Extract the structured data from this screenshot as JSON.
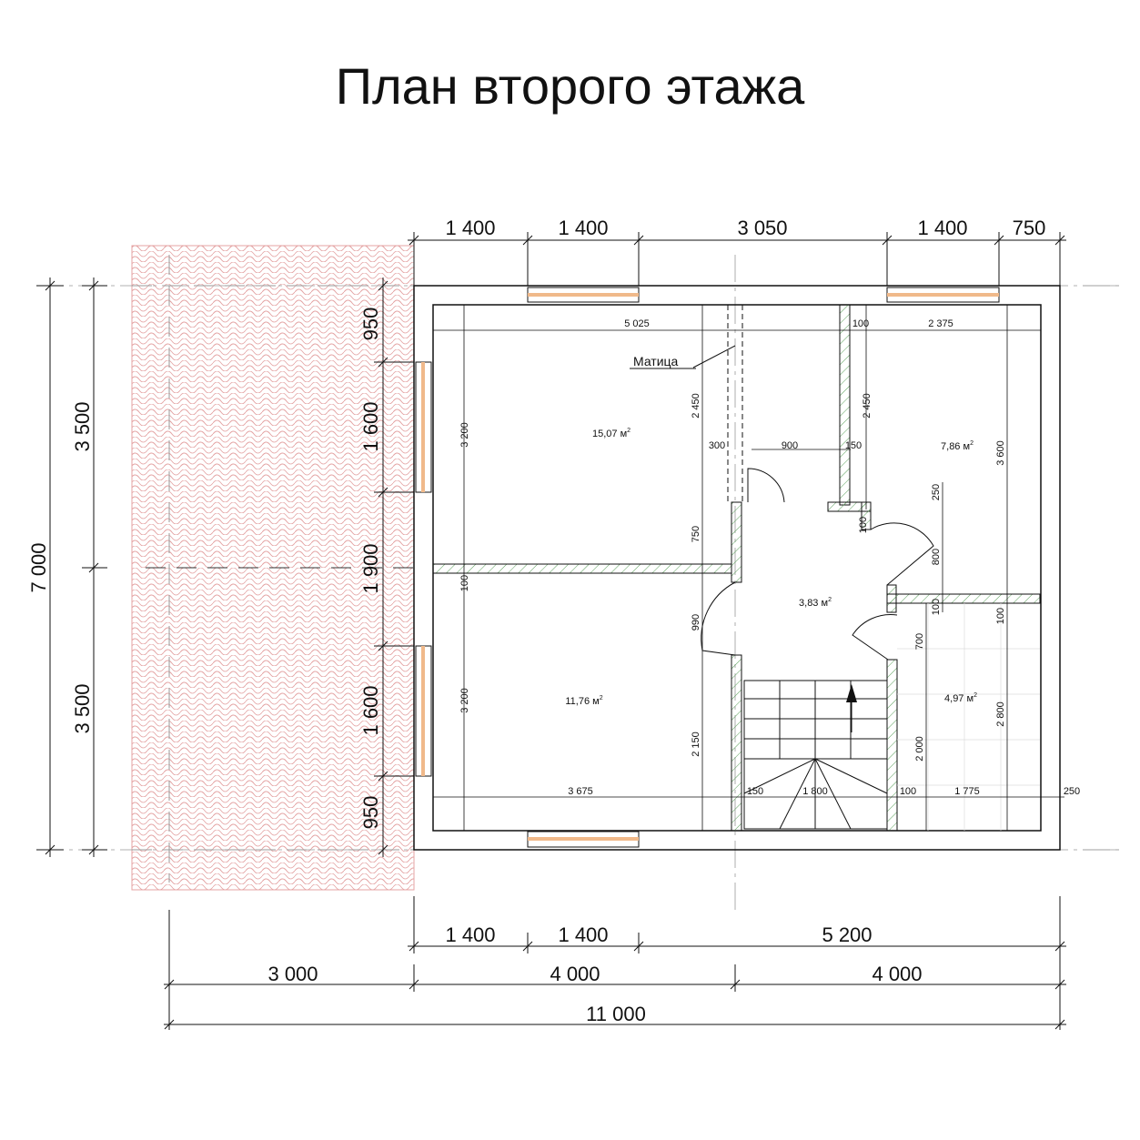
{
  "title": "План второго этажа",
  "colors": {
    "line": "#111111",
    "window": "#f0b98a",
    "paving": "#e4a3a3",
    "hatch": "#5aa05a"
  },
  "dimensions": {
    "top": [
      "1 400",
      "1 400",
      "3 050",
      "1 400",
      "750"
    ],
    "bottom_row1": [
      "1 400",
      "1 400",
      "5 200"
    ],
    "bottom_row2": [
      "3 000",
      "4 000",
      "4 000"
    ],
    "bottom_total": "11 000",
    "left_total": "7 000",
    "left_halves": [
      "3 500",
      "3 500"
    ],
    "left_windows": [
      "950",
      "1 600",
      "1 900",
      "1 600",
      "950"
    ]
  },
  "inner_dims": {
    "d_5025": "5 025",
    "d_100a": "100",
    "d_2375": "2 375",
    "d_3200a": "3 200",
    "d_3200b": "3 200",
    "d_100b": "100",
    "d_2450a": "2 450",
    "d_2450b": "2 450",
    "d_300": "300",
    "d_900": "900",
    "d_150a": "150",
    "d_3600": "3 600",
    "d_250a": "250",
    "d_100c": "100",
    "d_800": "800",
    "d_100d": "100",
    "d_100e": "100",
    "d_750": "750",
    "d_990": "990",
    "d_700": "700",
    "d_2150": "2 150",
    "d_3675": "3 675",
    "d_150b": "150",
    "d_1800": "1 800",
    "d_100f": "100",
    "d_1775": "1 775",
    "d_250b": "250",
    "d_2000": "2 000",
    "d_2800": "2 800"
  },
  "labels": {
    "beam": "Матица",
    "unit": "м²"
  },
  "rooms": [
    {
      "area": "15,07",
      "unit": "м"
    },
    {
      "area": "7,86",
      "unit": "м"
    },
    {
      "area": "3,83",
      "unit": "м"
    },
    {
      "area": "11,76",
      "unit": "м"
    },
    {
      "area": "4,97",
      "unit": "м"
    }
  ]
}
